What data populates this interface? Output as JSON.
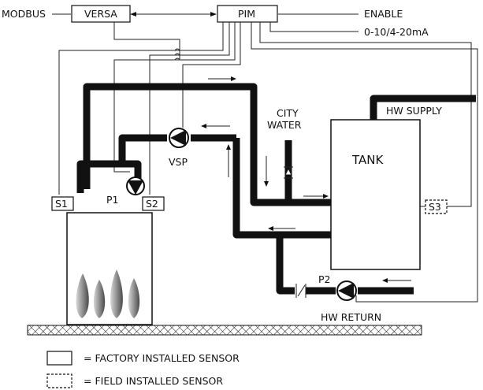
{
  "labels": {
    "modbus": "MODBUS",
    "versa": "VERSA",
    "pim": "PIM",
    "enable": "ENABLE",
    "analog": "0-10/4-20mA",
    "city_water": [
      "CITY",
      "WATER"
    ],
    "vsp": "VSP",
    "tank": "TANK",
    "hw_supply": "HW SUPPLY",
    "hw_return": "HW RETURN",
    "p1": "P1",
    "p2": "P2",
    "s1": "S1",
    "s2": "S2",
    "s3": "S3"
  },
  "legend": [
    {
      "kind": "solid",
      "label": "= FACTORY INSTALLED SENSOR"
    },
    {
      "kind": "dashed",
      "label": "= FIELD INSTALLED SENSOR"
    }
  ],
  "colors": {
    "line": "#111111",
    "flame_light": "#d8d8d8",
    "flame_dark": "#5a5a5a"
  }
}
